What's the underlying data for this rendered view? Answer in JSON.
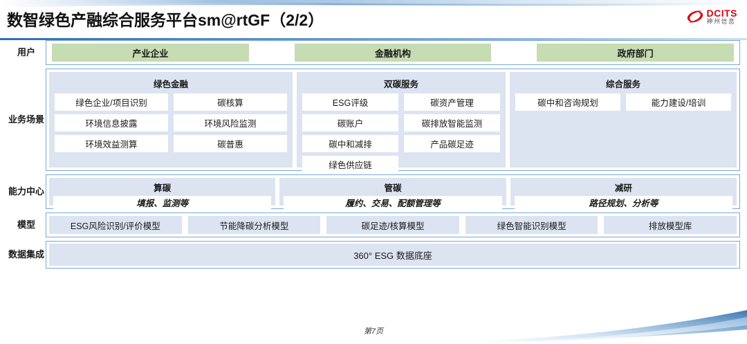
{
  "header": {
    "title": "数智绿色产融综合服务平台sm@rtGF（2/2）",
    "logo_en": "DCITS",
    "logo_cn": "神州信息",
    "accent_color": "#d9000f",
    "rule_color": "#2d6eb5"
  },
  "rows": {
    "users": {
      "label": "用户",
      "chips": [
        "产业企业",
        "金融机构",
        "政府部门"
      ],
      "chip_color": "#c6dcb2"
    },
    "scenarios": {
      "label": "业务场景",
      "panel_color": "#dce3f1",
      "panels": [
        {
          "title": "绿色金融",
          "tiles": [
            "绿色企业/项目识别",
            "碳核算",
            "环境信息披露",
            "环境风险监测",
            "环境效益测算",
            "碳普惠"
          ]
        },
        {
          "title": "双碳服务",
          "tiles": [
            "ESG评级",
            "碳资产管理",
            "碳账户",
            "碳排放智能监测",
            "碳中和减排",
            "产品碳足迹",
            "绿色供应链"
          ]
        },
        {
          "title": "综合服务",
          "tiles": [
            "碳中和咨询规划",
            "能力建设/培训"
          ]
        }
      ]
    },
    "capability": {
      "label": "能力中心",
      "panels": [
        {
          "title": "算碳",
          "subtitle": "填报、监测等"
        },
        {
          "title": "管碳",
          "subtitle": "履约、交易、配额管理等"
        },
        {
          "title": "减研",
          "subtitle": "路径规划、分析等"
        }
      ]
    },
    "models": {
      "label": "模型",
      "chips": [
        "ESG风险识别/评价模型",
        "节能降碳分析模型",
        "碳足迹/核算模型",
        "绿色智能识别模型",
        "排放模型库"
      ]
    },
    "data": {
      "label": "数据集成",
      "bar": "360° ESG 数据底座"
    }
  },
  "footer": {
    "page": "第7页"
  }
}
